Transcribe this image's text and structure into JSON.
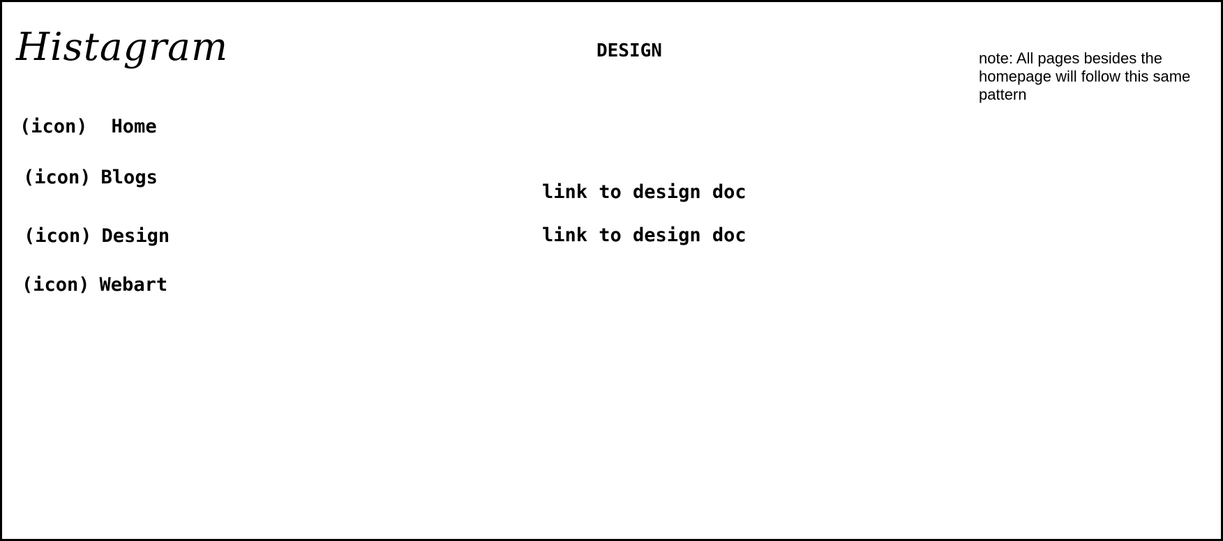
{
  "header": {
    "logo": "Histagram",
    "page_title": "DESIGN",
    "note": "note: All pages besides the homepage will follow this same pattern"
  },
  "sidebar": {
    "items": [
      {
        "icon_placeholder": "(icon)",
        "label": "Home"
      },
      {
        "icon_placeholder": "(icon)",
        "label": "Blogs"
      },
      {
        "icon_placeholder": "(icon)",
        "label": "Design"
      },
      {
        "icon_placeholder": "(icon)",
        "label": "Webart"
      }
    ]
  },
  "main": {
    "links": [
      {
        "label": "link to design doc"
      },
      {
        "label": "link to design doc"
      }
    ]
  }
}
